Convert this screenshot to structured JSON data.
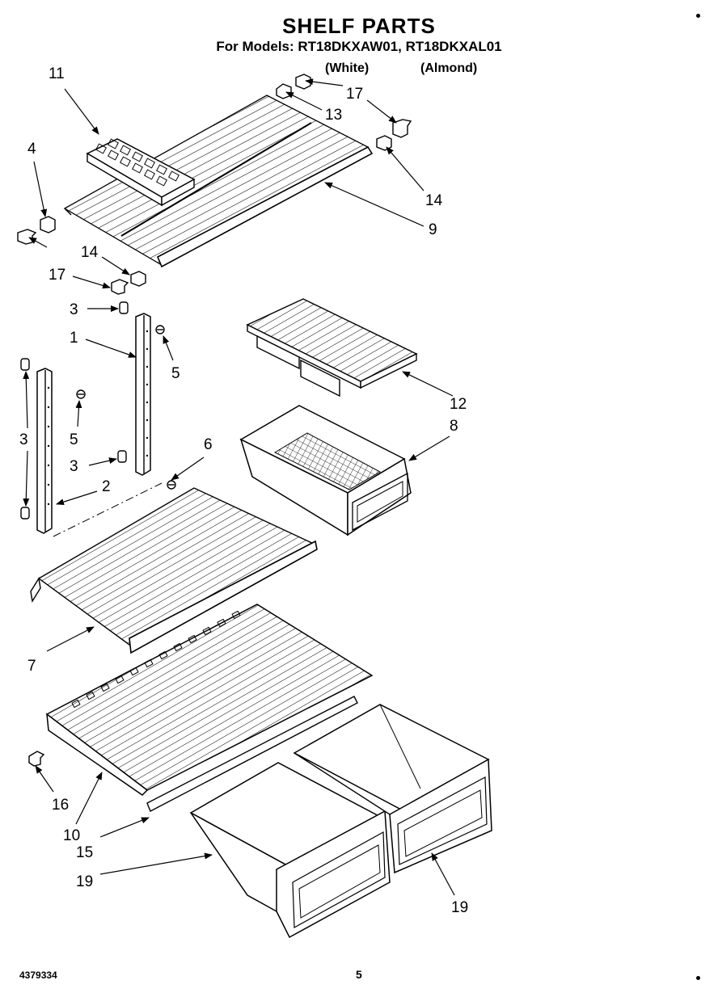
{
  "header": {
    "title": "SHELF PARTS",
    "models": "For Models: RT18DKXAW01, RT18DKXAL01",
    "variant_white": "(White)",
    "variant_almond": "(Almond)"
  },
  "callouts": [
    {
      "id": "c11a",
      "text": "11"
    },
    {
      "id": "c13",
      "text": "13"
    },
    {
      "id": "c17a",
      "text": "17"
    },
    {
      "id": "c4",
      "text": "4"
    },
    {
      "id": "c14a",
      "text": "14"
    },
    {
      "id": "c9",
      "text": "9"
    },
    {
      "id": "c17b",
      "text": "17"
    },
    {
      "id": "c14b",
      "text": "14"
    },
    {
      "id": "c3a",
      "text": "3"
    },
    {
      "id": "c1",
      "text": "1"
    },
    {
      "id": "c5a",
      "text": "5"
    },
    {
      "id": "c12",
      "text": "12"
    },
    {
      "id": "c3b",
      "text": "3"
    },
    {
      "id": "c5b",
      "text": "5"
    },
    {
      "id": "c8",
      "text": "8"
    },
    {
      "id": "c6",
      "text": "6"
    },
    {
      "id": "c3c",
      "text": "3"
    },
    {
      "id": "c2",
      "text": "2"
    },
    {
      "id": "c7",
      "text": "7"
    },
    {
      "id": "c16",
      "text": "16"
    },
    {
      "id": "c10",
      "text": "10"
    },
    {
      "id": "c15",
      "text": "15"
    },
    {
      "id": "c19a",
      "text": "19"
    },
    {
      "id": "c19b",
      "text": "19"
    }
  ],
  "footer": {
    "doc_number": "4379334",
    "page_number": "5"
  }
}
